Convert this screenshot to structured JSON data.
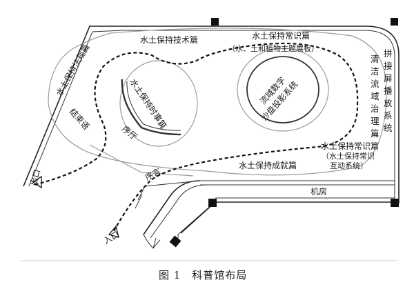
{
  "labels": {
    "zone_regulations": "水土保持法规篇",
    "zone_technology": "水土保持技术篇",
    "zone_knowledge": "水土保持常识篇",
    "zone_knowledge_sub": "（水、土和植物主题展板）",
    "zone_current_affairs": "水土保持时事篇",
    "zone_basin": "流域数字",
    "zone_basin_2": "沙盘投影系统",
    "zone_clean_basin": [
      "清",
      "洁",
      "流",
      "域",
      "治",
      "理",
      "篇"
    ],
    "zone_splice_screen": [
      "拼",
      "接",
      "屏",
      "播",
      "放",
      "系",
      "统"
    ],
    "zone_knowledge_interactive": "水土保持常识篇",
    "zone_knowledge_interactive_sub": "（水土保持常识",
    "zone_knowledge_interactive_sub2": "互动系统）",
    "zone_achievements": "水土保持成就篇",
    "zone_epilogue": "结束语",
    "hall": "序厅",
    "preface": "序言",
    "machine_room": "机房",
    "exit": "出口",
    "entrance": "入口",
    "caption": "图 1　科普馆布局"
  }
}
